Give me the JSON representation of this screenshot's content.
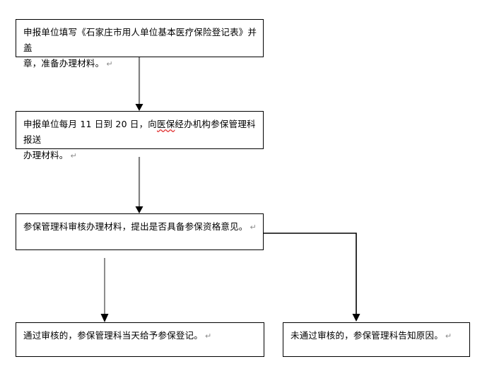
{
  "diagram": {
    "type": "flowchart",
    "orientation": "top-to-bottom",
    "return_mark": "↵",
    "colors": {
      "box_border": "#000000",
      "box_fill": "#ffffff",
      "arrow_gray": "#808080",
      "arrow_head": "#000000",
      "branch_line": "#000000",
      "spellcheck_underline": "#e03030",
      "text": "#000000",
      "pilcrow": "#8c8c8c"
    },
    "nodes": [
      {
        "id": "step-1",
        "text_line1": "申报单位填写《石家庄市用人单位基本医疗保险登记表》并盖",
        "text_line2": "章，准备办理材料。"
      },
      {
        "id": "step-2",
        "text_pre": "申报单位每月 11 日到 20 日，向",
        "text_flagged": "医保",
        "text_post": "经办机构参保管理科报送",
        "text_line2": "办理材料。"
      },
      {
        "id": "step-3",
        "text_line1": "参保管理科审核办理材料，提出是否具备参保资格意见。"
      },
      {
        "id": "outcome-approved",
        "text_line1": "通过审核的，参保管理科当天给予参保登记。"
      },
      {
        "id": "outcome-rejected",
        "text_line1": "未通过审核的，参保管理科告知原因。"
      }
    ],
    "connectors": [
      {
        "id": "arrow-1-to-2",
        "style": "straight-down",
        "color": "#808080"
      },
      {
        "id": "arrow-2-to-3",
        "style": "straight-down",
        "color": "#808080"
      },
      {
        "id": "arrow-3-to-approved",
        "style": "straight-down",
        "color": "#808080"
      },
      {
        "id": "elbow-3-to-rejected",
        "style": "right-then-down",
        "color": "#000000"
      }
    ]
  }
}
